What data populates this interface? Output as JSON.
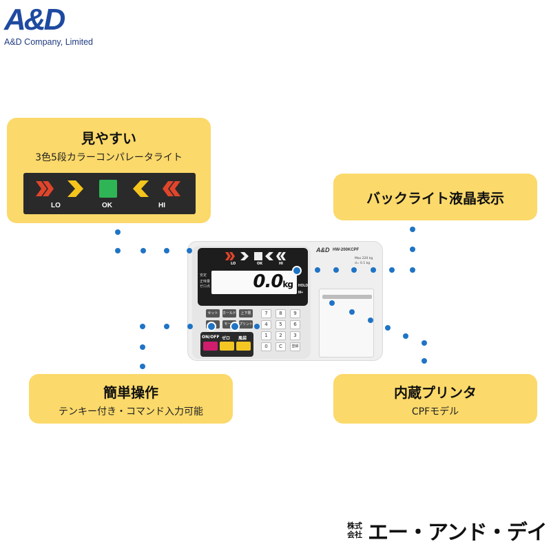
{
  "logo": {
    "mark": "A&D",
    "text": "A&D Company, Limited",
    "color": "#1e4aa0"
  },
  "callouts": {
    "visibility": {
      "title": "見やすい",
      "subtitle": "3色5段カラーコンパレータライト",
      "led_labels": [
        "LO",
        "OK",
        "HI"
      ]
    },
    "backlight": {
      "title": "バックライト液晶表示"
    },
    "easy": {
      "title": "簡単操作",
      "subtitle": "テンキー付き・コマンド入力可能"
    },
    "printer": {
      "title": "内蔵プリンタ",
      "subtitle": "CPFモデル"
    }
  },
  "device": {
    "display_value": "0.0",
    "display_unit": "kg",
    "comparator_labels": [
      "LO",
      "OK",
      "HI"
    ],
    "hold_label": "HOLD",
    "mplus_label": "M+",
    "side_labels": [
      "安定",
      "正味量",
      "ゼロ点"
    ],
    "function_keys": [
      "セット",
      "ホールド",
      "上下限",
      "M+",
      "モード",
      "プリント"
    ],
    "numeric_keys": [
      "7",
      "8",
      "9",
      "4",
      "5",
      "6",
      "1",
      "2",
      "3",
      "0",
      "C",
      "登録"
    ],
    "bottom_labels": [
      "ON/OFF",
      "ゼロ",
      "風袋"
    ],
    "printer_logo": "A&D",
    "printer_model": "HW-200KCPF",
    "spec_max": "Max   220 kg",
    "spec_d": "d=    0.1 kg"
  },
  "brand": {
    "kabushiki": "株式会社",
    "name": "エー・アンド・デイ"
  },
  "colors": {
    "callout": "#fbd96a",
    "dot": "#1f74c5",
    "led_red": "#e0452b",
    "led_yellow": "#f5c51e",
    "led_green": "#2fb556",
    "key_magenta": "#d11d6e",
    "key_yellow": "#f3c623"
  }
}
